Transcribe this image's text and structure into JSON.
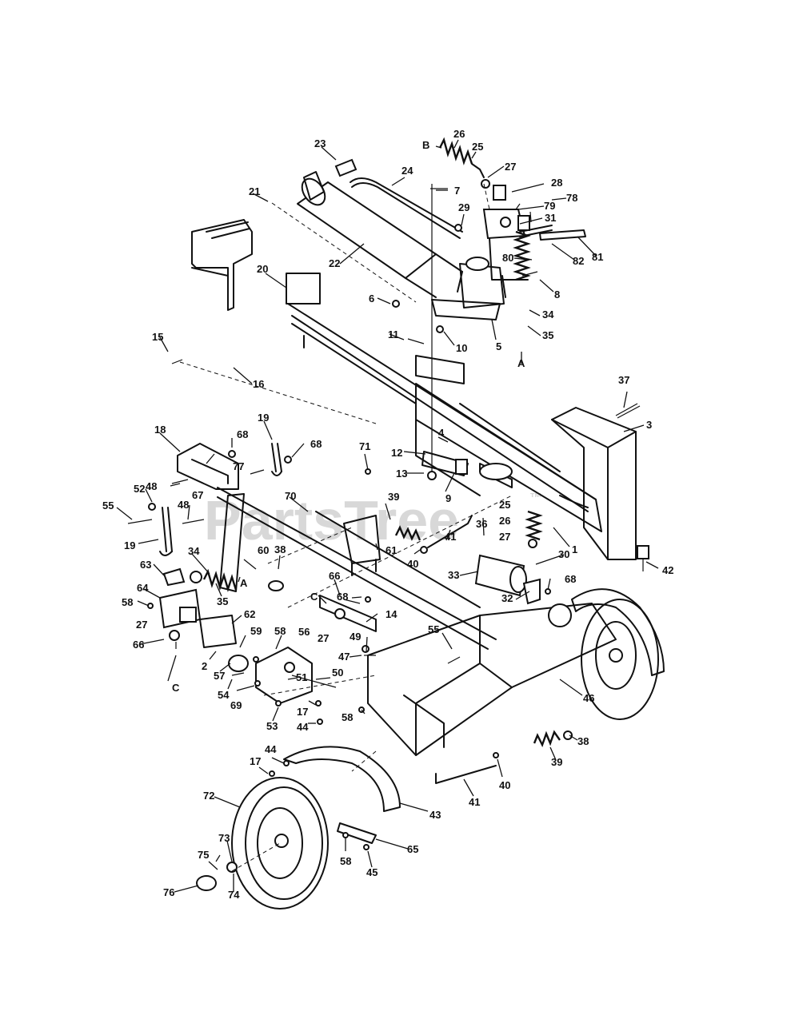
{
  "watermark": {
    "text": "PartsTree",
    "mark": "™"
  },
  "callouts": [
    {
      "id": "c1",
      "text": "1"
    },
    {
      "id": "c2",
      "text": "2"
    },
    {
      "id": "c3",
      "text": "3"
    },
    {
      "id": "c4",
      "text": "4"
    },
    {
      "id": "c5",
      "text": "5"
    },
    {
      "id": "c6",
      "text": "6"
    },
    {
      "id": "c7",
      "text": "7"
    },
    {
      "id": "c8",
      "text": "8"
    },
    {
      "id": "c9",
      "text": "9"
    },
    {
      "id": "c10",
      "text": "10"
    },
    {
      "id": "c11",
      "text": "11"
    },
    {
      "id": "c12",
      "text": "12"
    },
    {
      "id": "c13",
      "text": "13"
    },
    {
      "id": "c14",
      "text": "14"
    },
    {
      "id": "c15",
      "text": "15"
    },
    {
      "id": "c16",
      "text": "16"
    },
    {
      "id": "c17a",
      "text": "17"
    },
    {
      "id": "c17b",
      "text": "17"
    },
    {
      "id": "c18",
      "text": "18"
    },
    {
      "id": "c19a",
      "text": "19"
    },
    {
      "id": "c19b",
      "text": "19"
    },
    {
      "id": "c20",
      "text": "20"
    },
    {
      "id": "c21",
      "text": "21"
    },
    {
      "id": "c22",
      "text": "22"
    },
    {
      "id": "c23",
      "text": "23"
    },
    {
      "id": "c24",
      "text": "24"
    },
    {
      "id": "c25a",
      "text": "25"
    },
    {
      "id": "c25b",
      "text": "25"
    },
    {
      "id": "c26a",
      "text": "26"
    },
    {
      "id": "c26b",
      "text": "26"
    },
    {
      "id": "c27a",
      "text": "27"
    },
    {
      "id": "c27b",
      "text": "27"
    },
    {
      "id": "c27c",
      "text": "27"
    },
    {
      "id": "c27d",
      "text": "27"
    },
    {
      "id": "c28",
      "text": "28"
    },
    {
      "id": "c29",
      "text": "29"
    },
    {
      "id": "c30",
      "text": "30"
    },
    {
      "id": "c31",
      "text": "31"
    },
    {
      "id": "c32",
      "text": "32"
    },
    {
      "id": "c33",
      "text": "33"
    },
    {
      "id": "c34a",
      "text": "34"
    },
    {
      "id": "c34b",
      "text": "34"
    },
    {
      "id": "c35a",
      "text": "35"
    },
    {
      "id": "c35b",
      "text": "35"
    },
    {
      "id": "c36",
      "text": "36"
    },
    {
      "id": "c37",
      "text": "37"
    },
    {
      "id": "c38a",
      "text": "38"
    },
    {
      "id": "c38b",
      "text": "38"
    },
    {
      "id": "c39a",
      "text": "39"
    },
    {
      "id": "c39b",
      "text": "39"
    },
    {
      "id": "c40a",
      "text": "40"
    },
    {
      "id": "c40b",
      "text": "40"
    },
    {
      "id": "c41a",
      "text": "41"
    },
    {
      "id": "c41b",
      "text": "41"
    },
    {
      "id": "c42",
      "text": "42"
    },
    {
      "id": "c43",
      "text": "43"
    },
    {
      "id": "c44a",
      "text": "44"
    },
    {
      "id": "c44b",
      "text": "44"
    },
    {
      "id": "c45",
      "text": "45"
    },
    {
      "id": "c46",
      "text": "46"
    },
    {
      "id": "c47",
      "text": "47"
    },
    {
      "id": "c48a",
      "text": "48"
    },
    {
      "id": "c48b",
      "text": "48"
    },
    {
      "id": "c49",
      "text": "49"
    },
    {
      "id": "c50",
      "text": "50"
    },
    {
      "id": "c51",
      "text": "51"
    },
    {
      "id": "c52",
      "text": "52"
    },
    {
      "id": "c53",
      "text": "53"
    },
    {
      "id": "c54",
      "text": "54"
    },
    {
      "id": "c55a",
      "text": "55"
    },
    {
      "id": "c55b",
      "text": "55"
    },
    {
      "id": "c56",
      "text": "56"
    },
    {
      "id": "c57",
      "text": "57"
    },
    {
      "id": "c58a",
      "text": "58"
    },
    {
      "id": "c58b",
      "text": "58"
    },
    {
      "id": "c58c",
      "text": "58"
    },
    {
      "id": "c58d",
      "text": "58"
    },
    {
      "id": "c59",
      "text": "59"
    },
    {
      "id": "c60",
      "text": "60"
    },
    {
      "id": "c61",
      "text": "61"
    },
    {
      "id": "c62",
      "text": "62"
    },
    {
      "id": "c63",
      "text": "63"
    },
    {
      "id": "c64",
      "text": "64"
    },
    {
      "id": "c65",
      "text": "65"
    },
    {
      "id": "c66a",
      "text": "66"
    },
    {
      "id": "c66b",
      "text": "66"
    },
    {
      "id": "c67",
      "text": "67"
    },
    {
      "id": "c68a",
      "text": "68"
    },
    {
      "id": "c68b",
      "text": "68"
    },
    {
      "id": "c68c",
      "text": "68"
    },
    {
      "id": "c68d",
      "text": "68"
    },
    {
      "id": "c69",
      "text": "69"
    },
    {
      "id": "c70",
      "text": "70"
    },
    {
      "id": "c71",
      "text": "71"
    },
    {
      "id": "c72",
      "text": "72"
    },
    {
      "id": "c73",
      "text": "73"
    },
    {
      "id": "c74",
      "text": "74"
    },
    {
      "id": "c75",
      "text": "75"
    },
    {
      "id": "c76",
      "text": "76"
    },
    {
      "id": "c77",
      "text": "77"
    },
    {
      "id": "c78",
      "text": "78"
    },
    {
      "id": "c79",
      "text": "79"
    },
    {
      "id": "c80",
      "text": "80"
    },
    {
      "id": "c81",
      "text": "81"
    },
    {
      "id": "c82",
      "text": "82"
    },
    {
      "id": "cA1",
      "text": "A"
    },
    {
      "id": "cA2",
      "text": "A"
    },
    {
      "id": "cB",
      "text": "B"
    },
    {
      "id": "cC1",
      "text": "C"
    },
    {
      "id": "cC2",
      "text": "C"
    }
  ]
}
